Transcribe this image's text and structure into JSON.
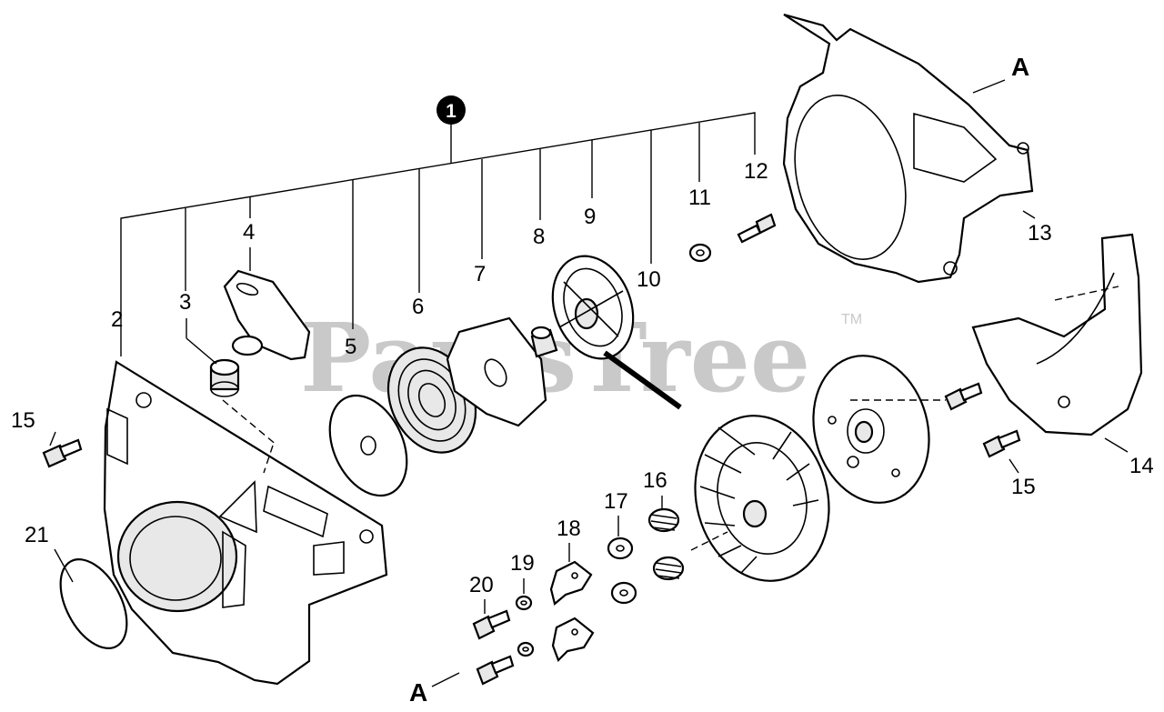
{
  "watermark": {
    "text": "PartsTree",
    "tm": "TM"
  },
  "kit": {
    "label": "1"
  },
  "parts": {
    "p2": "2",
    "p3": "3",
    "p4": "4",
    "p5": "5",
    "p6": "6",
    "p7": "7",
    "p8": "8",
    "p9": "9",
    "p10": "10",
    "p11": "11",
    "p12": "12",
    "p13": "13",
    "p14": "14",
    "p15a": "15",
    "p15b": "15",
    "p16": "16",
    "p17": "17",
    "p18": "18",
    "p19": "19",
    "p20": "20",
    "p21": "21"
  },
  "refs": {
    "a_top": "A",
    "a_bottom": "A"
  }
}
